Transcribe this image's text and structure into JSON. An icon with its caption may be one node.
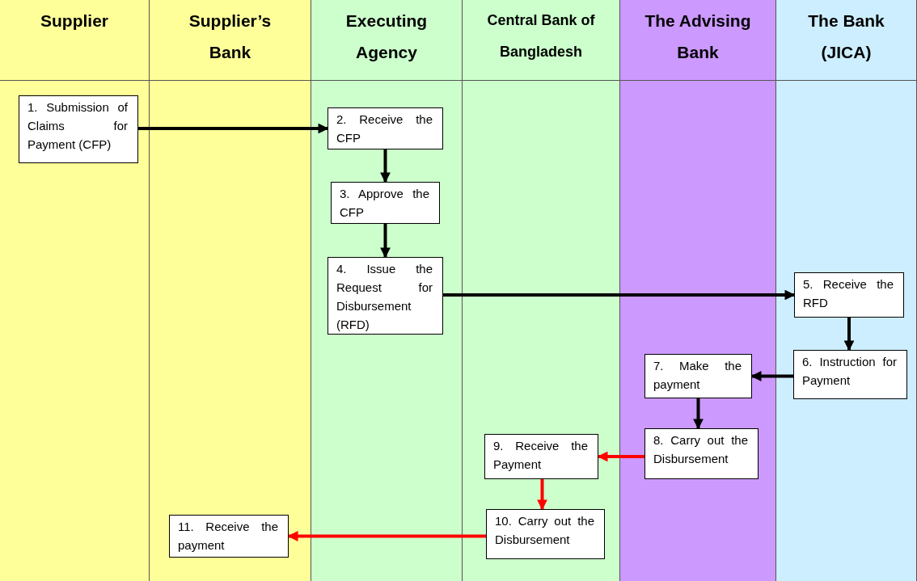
{
  "diagram": {
    "nodes": [
      {
        "text": [
          "Supplier"
        ]
      },
      {
        "text": [
          "Supplier’s Bank"
        ]
      },
      {
        "text": [
          "Executing Agency"
        ]
      },
      {
        "text": [
          "Central Bank of Bangladesh"
        ]
      },
      {
        "text": [
          "The Advising Bank"
        ]
      },
      {
        "text": [
          "The Bank (JICA)"
        ]
      },
      {
        "text": [
          "1. Submission of Claims for Payment (CFP)"
        ],
        "in": 0
      },
      {
        "text": [
          "2. Receive the CFP"
        ],
        "in": 2
      },
      {
        "text": [
          "3. Approve the CFP"
        ],
        "in": 2
      },
      {
        "text": [
          "4. Issue the Request for Disbursement (RFD)"
        ],
        "in": 2
      },
      {
        "text": [
          "5. Receive the RFD"
        ],
        "in": 5
      },
      {
        "text": [
          "6. Instruction for Payment"
        ],
        "in": 5
      },
      {
        "text": [
          "7. Make the payment"
        ],
        "in": 4
      },
      {
        "text": [
          "8. Carry out the Disbursement"
        ],
        "in": 4
      },
      {
        "text": [
          "9. Receive the Payment"
        ],
        "in": 3
      },
      {
        "text": [
          "10. Carry out the Disbursement"
        ],
        "in": 3
      },
      {
        "text": [
          "11. Receive the payment"
        ],
        "in": 1
      }
    ],
    "edges": [
      {
        "from": 6,
        "to": 7,
        "arrow": "to"
      },
      {
        "from": 7,
        "to": 8,
        "arrow": "to"
      },
      {
        "from": 8,
        "to": 9,
        "arrow": "to"
      },
      {
        "from": 9,
        "to": 10,
        "arrow": "to"
      },
      {
        "from": 10,
        "to": 11,
        "arrow": "to"
      },
      {
        "from": 11,
        "to": 12,
        "arrow": "to"
      },
      {
        "from": 12,
        "to": 13,
        "arrow": "to"
      },
      {
        "from": 13,
        "to": 14,
        "arrow": "to",
        "color": "#ff0000"
      },
      {
        "from": 14,
        "to": 15,
        "arrow": "to",
        "color": "#ff0000"
      },
      {
        "from": 15,
        "to": 16,
        "arrow": "to",
        "color": "#ff0000"
      }
    ]
  }
}
